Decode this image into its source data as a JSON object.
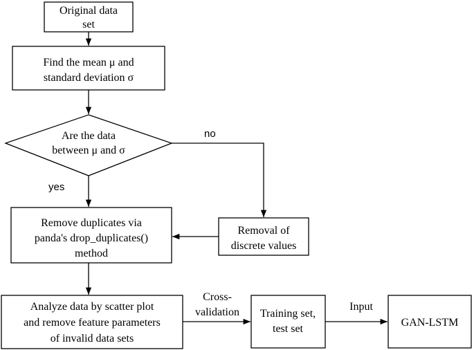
{
  "nodes": {
    "original": {
      "line1": "Original data",
      "line2": "set"
    },
    "mean_std": {
      "line1": "Find the mean μ and",
      "line2": "standard deviation σ"
    },
    "decision": {
      "line1": "Are the data",
      "line2": "between μ and σ"
    },
    "duplicates": {
      "line1": "Remove duplicates via",
      "line2": "panda's drop_duplicates()",
      "line3": "method"
    },
    "discrete": {
      "line1": "Removal of",
      "line2": "discrete values"
    },
    "analyze": {
      "line1": "Analyze data by scatter plot",
      "line2": "and remove feature parameters",
      "line3": "of invalid data sets"
    },
    "training": {
      "line1": "Training set,",
      "line2": "test set"
    },
    "ganlstm": {
      "line1": "GAN-LSTM"
    }
  },
  "edge_labels": {
    "no": "no",
    "yes": "yes",
    "cross1": "Cross-",
    "cross2": "validation",
    "input": "Input"
  }
}
